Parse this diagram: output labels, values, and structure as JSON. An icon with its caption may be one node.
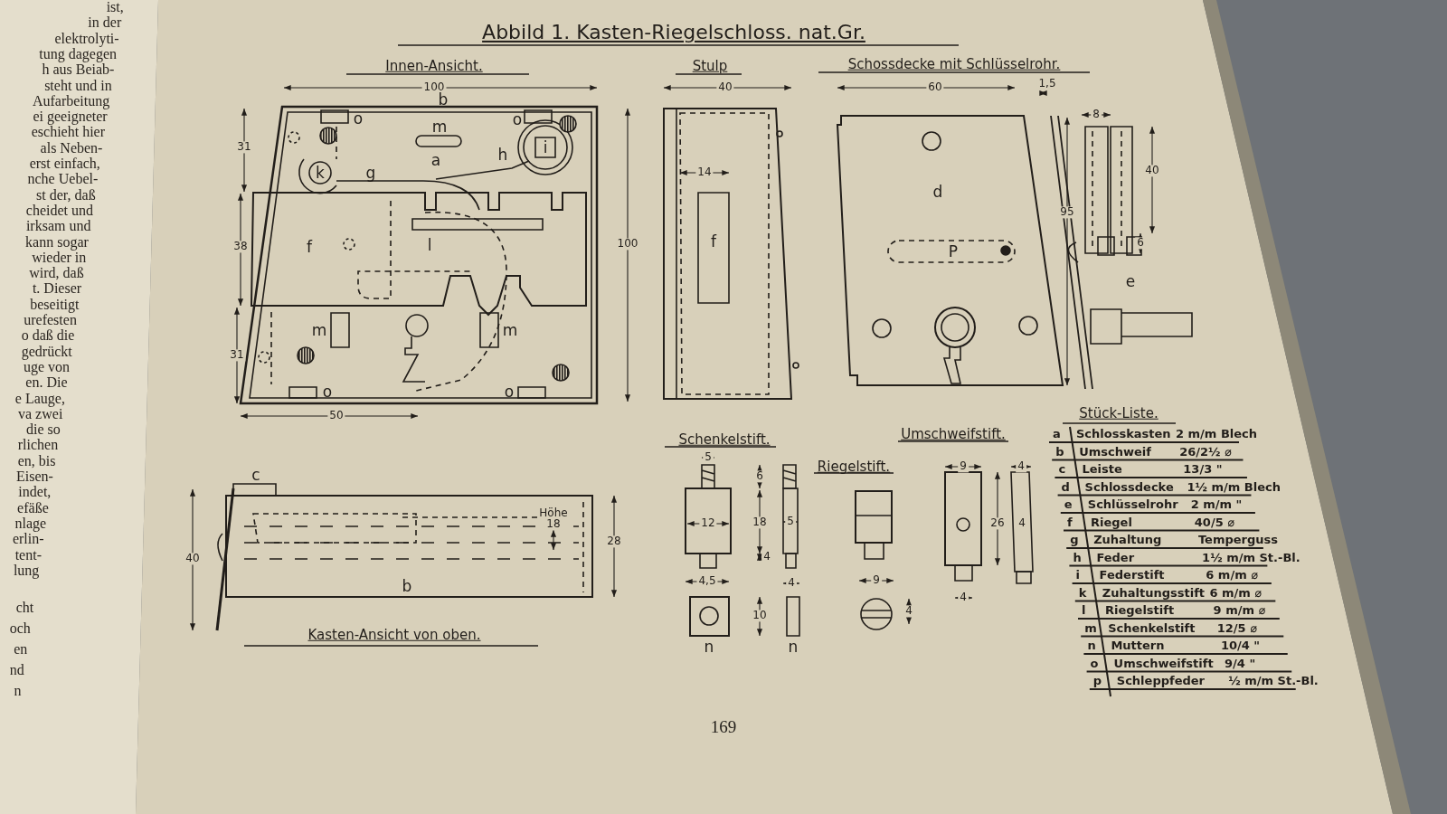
{
  "diagram": {
    "title": "Abbild 1. Kasten-Riegelschloss. nat.Gr.",
    "labels": [
      "ist,",
      "in der",
      "elektrolyti-",
      "tung dagegen",
      "h aus Beiab-",
      "steht und in",
      "Aufarbeitung",
      "ei geeigneter",
      "eschieht hier",
      "als Neben-",
      "erst einfach,",
      "nche Uebel-",
      "st der, daß",
      "cheidet und",
      "irksam und",
      "kann sogar",
      "wieder in",
      "wird, daß",
      "t. Dieser",
      "beseitigt",
      "urefesten",
      "o daß die",
      "gedrückt",
      "uge von",
      "en. Die",
      "e Lauge,",
      "va zwei",
      "die so",
      "rlichen",
      "en, bis",
      "Eisen-",
      "indet,",
      "efäße",
      "nlage",
      "erlin-",
      "tent-",
      "lung",
      "cht",
      "och",
      "en",
      "nd",
      "n",
      "Innen-Ansicht.",
      "Stulp",
      "Schossdecke mit Schlüsselrohr.",
      "100",
      "b",
      "31",
      "38",
      "31",
      "100",
      "50",
      "o",
      "m",
      "o",
      "i",
      "k",
      "a",
      "h",
      "g",
      "f",
      "l",
      "m",
      "m",
      "o",
      "o",
      "40",
      "14",
      "f",
      "60",
      "1,5",
      "8",
      "d",
      "40",
      "95",
      "P",
      "6",
      "e",
      "c",
      "Höhe",
      "18",
      "40",
      "28",
      "b",
      "Kasten-Ansicht von oben.",
      "Schenkelstift.",
      "5",
      "6",
      "12",
      "18",
      "5",
      "4",
      "4,5",
      "4",
      "10",
      "n",
      "n",
      "Riegelstift.",
      "9",
      "4",
      "Umschweifstift.",
      "9",
      "4",
      "26",
      "4",
      "4",
      "Stück-Liste.",
      "a",
      "Schlosskasten",
      "2 m/m Blech",
      "b",
      "Umschweif",
      "26/2½ ⌀",
      "c",
      "Leiste",
      "13/3 \"",
      "d",
      "Schlossdecke",
      "1½ m/m Blech",
      "e",
      "Schlüsselrohr",
      "2 m/m \"",
      "f",
      "Riegel",
      "40/5 ⌀",
      "g",
      "Zuhaltung",
      "Temperguss",
      "h",
      "Feder",
      "1½ m/m St.-Bl.",
      "i",
      "Federstift",
      "6 m/m ⌀",
      "k",
      "Zuhaltungsstift",
      "6 m/m ⌀",
      "l",
      "Riegelstift",
      "9 m/m ⌀",
      "m",
      "Schenkelstift",
      "12/5 ⌀",
      "n",
      "Muttern",
      "10/4 \"",
      "o",
      "Umschweifstift",
      "9/4 \"",
      "p",
      "Schleppfeder",
      "½ m/m St.-Bl.",
      "169"
    ]
  }
}
